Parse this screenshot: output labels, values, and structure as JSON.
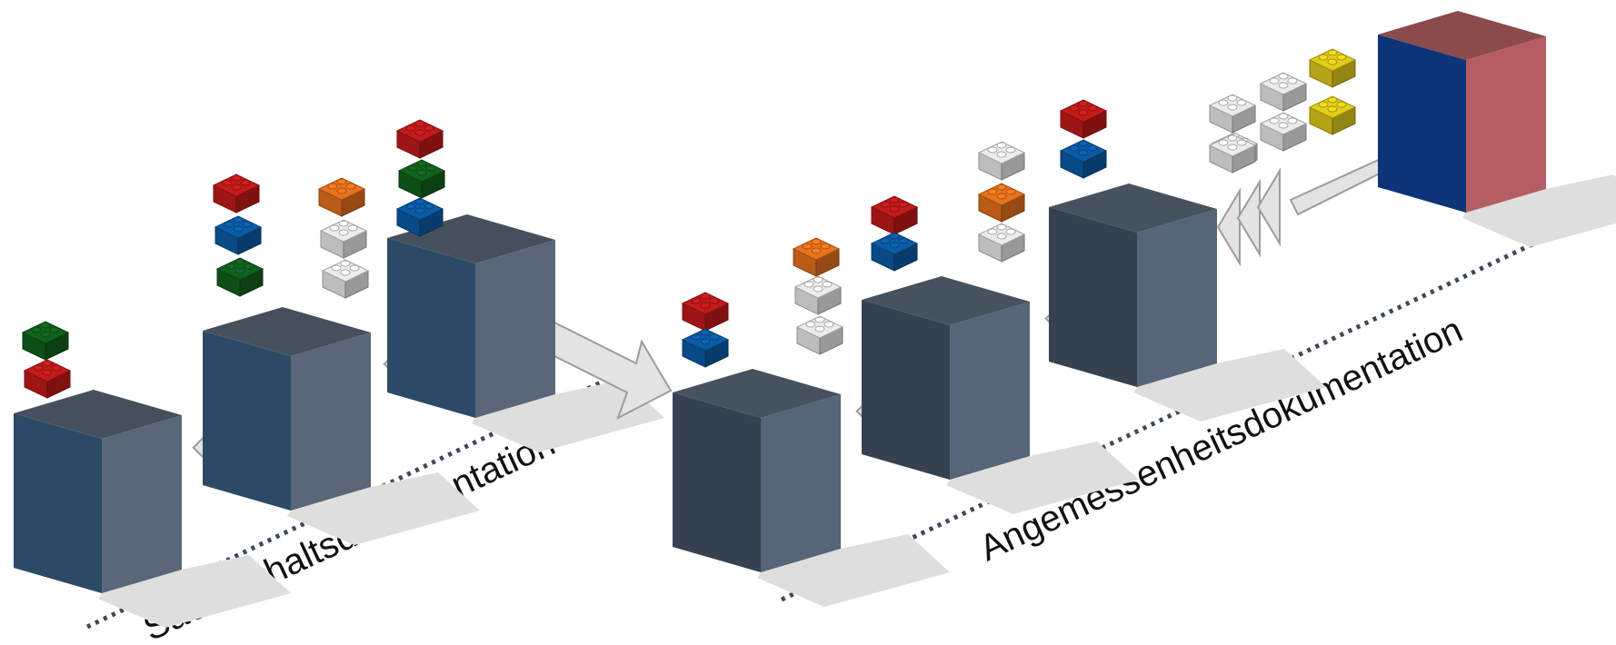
{
  "labels": {
    "left": "Sachverhaltsdokumentation",
    "right": "Angemessenheitsdokumentation"
  },
  "colors": {
    "background": "#ffffff",
    "shadow": "#dedede",
    "dotted_line": "#3c4858",
    "arrow_fill": "#e3e3e3",
    "arrow_stroke": "#9c9c9c",
    "cube_blue": {
      "top": "#46505d",
      "left": "#2c4a66",
      "right": "#596778"
    },
    "cube_dark": {
      "top": "#47525f",
      "left": "#364250",
      "right": "#566577"
    },
    "cube_final": {
      "top": "#8b4a4c",
      "left": "#0d3478",
      "right": "#b45d62"
    },
    "brick": {
      "red": "#c41a1a",
      "green": "#11621d",
      "blue": "#0b5ca8",
      "orange": "#e8731e",
      "white": "#ececec",
      "yellow": "#e2cd1a"
    }
  },
  "stages": [
    {
      "id": "stage-1",
      "cube": "blue",
      "bricks": [
        "green",
        "red"
      ]
    },
    {
      "id": "stage-2",
      "cube": "blue",
      "bricks": [
        "red",
        "blue",
        "green"
      ]
    },
    {
      "id": "stage-3",
      "cube": "blue",
      "bricks": [
        "orange",
        "white",
        "white",
        "red",
        "green",
        "blue"
      ]
    },
    {
      "id": "stage-4",
      "cube": "dark",
      "bricks": [
        "red",
        "blue"
      ]
    },
    {
      "id": "stage-5",
      "cube": "dark",
      "bricks": [
        "orange",
        "white",
        "white",
        "red",
        "blue"
      ]
    },
    {
      "id": "stage-6",
      "cube": "dark",
      "bricks": [
        "white",
        "orange",
        "white",
        "red",
        "blue"
      ]
    },
    {
      "id": "stage-7",
      "cube": "final",
      "bricks": [
        "white",
        "white",
        "white",
        "white",
        "white",
        "yellow",
        "yellow"
      ]
    }
  ]
}
